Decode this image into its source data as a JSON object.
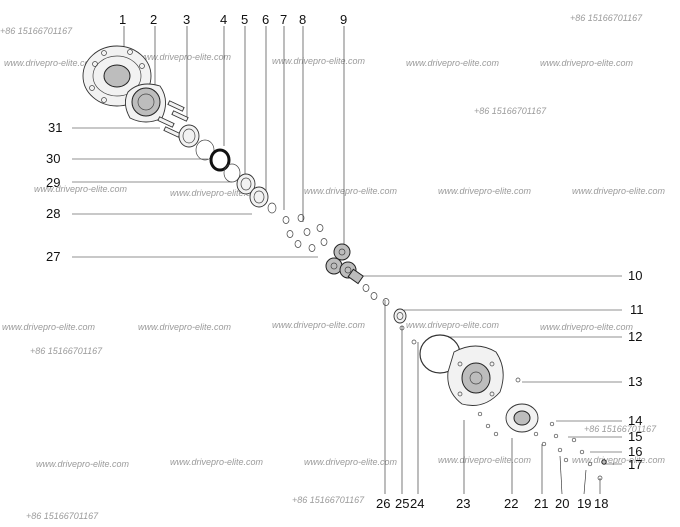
{
  "watermarks": {
    "site": "www.drivepro-elite.com",
    "phone": "+86 15166701167"
  },
  "callouts": {
    "top": [
      "1",
      "2",
      "3",
      "4",
      "5",
      "6",
      "7",
      "8",
      "9"
    ],
    "left": [
      "31",
      "30",
      "29",
      "28",
      "27"
    ],
    "right": [
      "10",
      "11",
      "12",
      "13",
      "14",
      "15",
      "16",
      "17"
    ],
    "bottom": [
      "26",
      "25",
      "24",
      "23",
      "22",
      "21",
      "20",
      "19",
      "18"
    ]
  }
}
